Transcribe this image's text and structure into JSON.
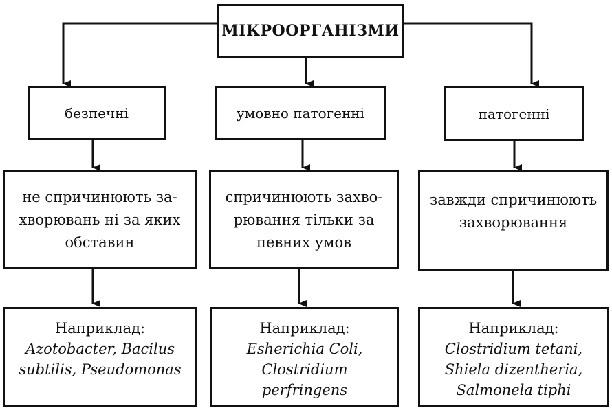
{
  "root": {
    "label": "МІКРООРГАНІЗМИ"
  },
  "columns": [
    {
      "category": "безпечні",
      "description": [
        "не спричинюють за-",
        "хворювань ні за яких",
        "обставин"
      ],
      "example_heading": "Наприклад:",
      "examples": [
        "Azotobacter, Bacilus",
        "subtilis, Pseudomonas"
      ]
    },
    {
      "category": "умовно патогенні",
      "description": [
        "спричинюють захво-",
        "рювання тільки за",
        "певних умов"
      ],
      "example_heading": "Наприклад:",
      "examples": [
        "Esherichia Coli,",
        "Clostridium",
        "perfringens"
      ]
    },
    {
      "category": "патогенні",
      "description": [
        "завжди спричинюють",
        "захворювання"
      ],
      "example_heading": "Наприклад:",
      "examples": [
        "Clostridium tetani,",
        "Shiela dizentheria,",
        "Salmonela tiphi"
      ]
    }
  ]
}
